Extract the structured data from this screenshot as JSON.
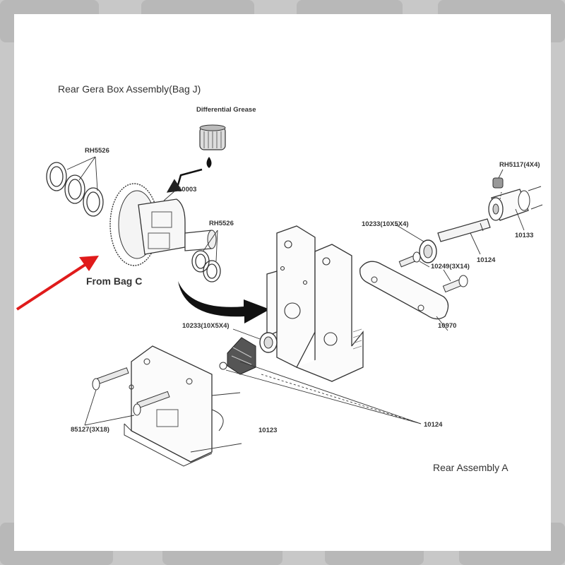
{
  "title": "Rear Gera Box Assembly(Bag J)",
  "grease_label": "Differential Grease",
  "from_label": "From Bag C",
  "footer_label": "Rear Assembly A",
  "parts": {
    "ring_shims": "RH5526",
    "diff_gear": "10003",
    "diff_shims": "RH5526",
    "set_screw": "RH5117(4X4)",
    "outdrive": "10133",
    "bearing_top": "10233(10X5X4)",
    "shaft": "10124",
    "screw_small": "10249(3X14)",
    "brace": "10970",
    "bearing_left": "10233(10X5X4)",
    "pinion": "10124",
    "case_screws": "85127(3X18)",
    "gear_case": "10123"
  },
  "colors": {
    "arrow": "#e01b1b",
    "ink": "#222222"
  }
}
